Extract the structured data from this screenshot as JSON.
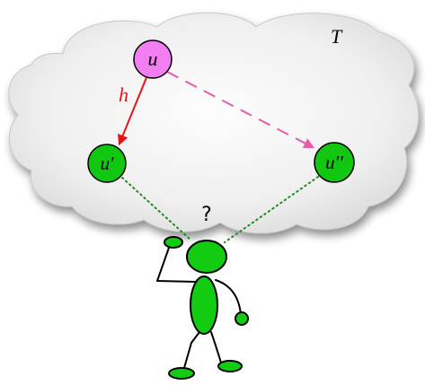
{
  "diagram": {
    "set_label": "T",
    "question_mark": "?",
    "nodes": {
      "u": {
        "label": "u",
        "fill": "#f27ff2",
        "stroke": "#000000"
      },
      "u_prime": {
        "label": "u′",
        "fill": "#11c711",
        "stroke": "#000000"
      },
      "u_double_prime": {
        "label": "u′′",
        "fill": "#11c711",
        "stroke": "#000000"
      }
    },
    "edges": {
      "h_arrow": {
        "label": "h",
        "color": "#e8121a",
        "style": "solid"
      },
      "dashed_arrow": {
        "color": "#e85aa8",
        "style": "dashed"
      },
      "sight_lines": {
        "color": "#1f8a1f",
        "style": "dotted"
      }
    },
    "colors": {
      "cloud_fill": "#f2f2f2",
      "cloud_edge": "#bdbdbd",
      "figure_green": "#12cc12"
    }
  }
}
